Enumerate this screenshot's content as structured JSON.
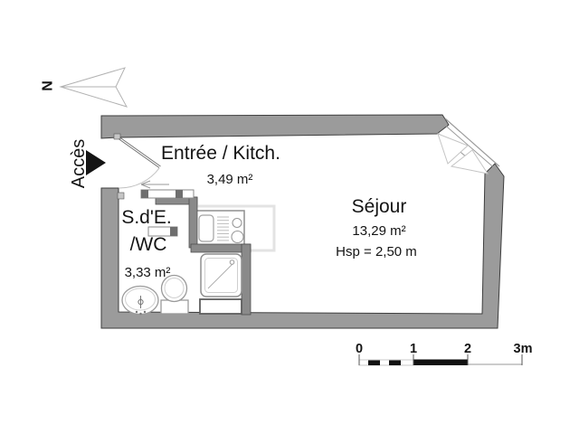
{
  "compass": {
    "north_label": "N"
  },
  "entrance": {
    "label": "Accès"
  },
  "rooms": {
    "entree_kitchen": {
      "name": "Entrée / Kitch.",
      "area": "3,49 m²"
    },
    "sejour": {
      "name": "Séjour",
      "area": "13,29 m²",
      "ceiling_height": "Hsp = 2,50 m"
    },
    "bathroom_wc": {
      "name_line1": "S.d'E.",
      "name_line2": "/WC",
      "area": "3,33 m²"
    }
  },
  "scale_bar": {
    "labels": [
      "0",
      "1",
      "2",
      "3m"
    ]
  },
  "colors": {
    "wall": "#9b9b9b",
    "partition": "#8a8a8a",
    "wall_outline": "#3e3e3e",
    "scale_fill": "#111111",
    "text": "#141414",
    "background": "#ffffff"
  }
}
